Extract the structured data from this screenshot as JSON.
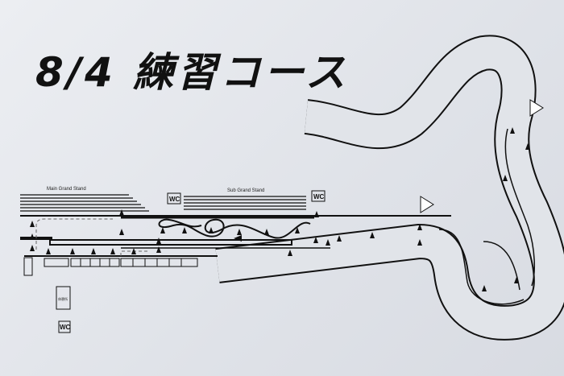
{
  "title": "8/4 練習コース",
  "labels": {
    "main_grand_stand": "Main Grand Stand",
    "sub_grand_stand": "Sub Grand Stand",
    "wc": "WC",
    "rest_area": "休憩所"
  },
  "colors": {
    "paper": "#e3e5ea",
    "ink": "#111111",
    "track": "#d6d9df"
  }
}
